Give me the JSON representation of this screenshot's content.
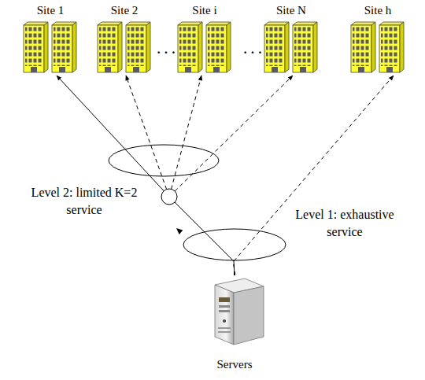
{
  "diagram": {
    "nodes": [
      {
        "text": [
          "Site 1"
        ]
      },
      {
        "text": [
          "Site 2"
        ]
      },
      {
        "text": [
          "Site i"
        ]
      },
      {
        "text": [
          "Site N"
        ]
      },
      {
        "text": [
          "Site h"
        ]
      },
      {
        "text": [
          "Servers"
        ]
      }
    ],
    "edges": [
      {
        "from": 5,
        "to": 0,
        "arrow": "to"
      },
      {
        "from": 5,
        "to": 1,
        "arrow": "to"
      },
      {
        "from": 5,
        "to": 2,
        "arrow": "to"
      },
      {
        "from": 5,
        "to": 3,
        "arrow": "to"
      },
      {
        "from": 5,
        "to": 4,
        "arrow": "to"
      }
    ],
    "labels": [
      "Level 2: limited K=2 service",
      "Level 1: exhaustive service",
      "· · ·",
      "· · ·"
    ]
  }
}
